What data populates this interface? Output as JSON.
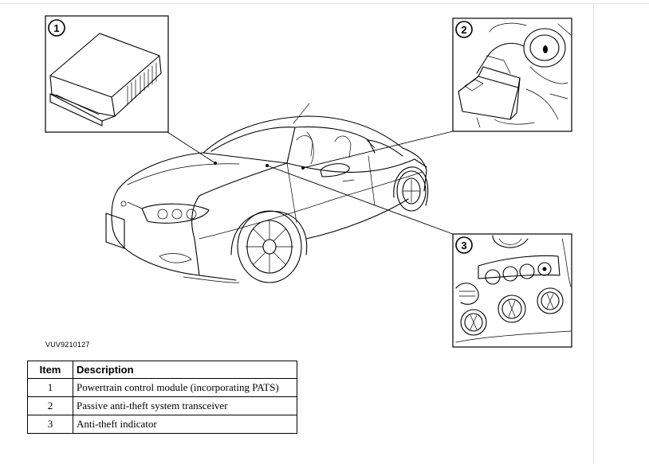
{
  "figure": {
    "id": "VUV9210127",
    "callouts": [
      {
        "number": "1",
        "icon": "module-icon"
      },
      {
        "number": "2",
        "icon": "ignition-transceiver-icon"
      },
      {
        "number": "3",
        "icon": "instrument-panel-icon"
      }
    ]
  },
  "legend": {
    "headers": {
      "item": "Item",
      "description": "Description"
    },
    "rows": [
      {
        "item": "1",
        "description": "Powertrain control module (incorporating PATS)"
      },
      {
        "item": "2",
        "description": "Passive anti-theft system transceiver"
      },
      {
        "item": "3",
        "description": "Anti-theft  indicator"
      }
    ]
  }
}
